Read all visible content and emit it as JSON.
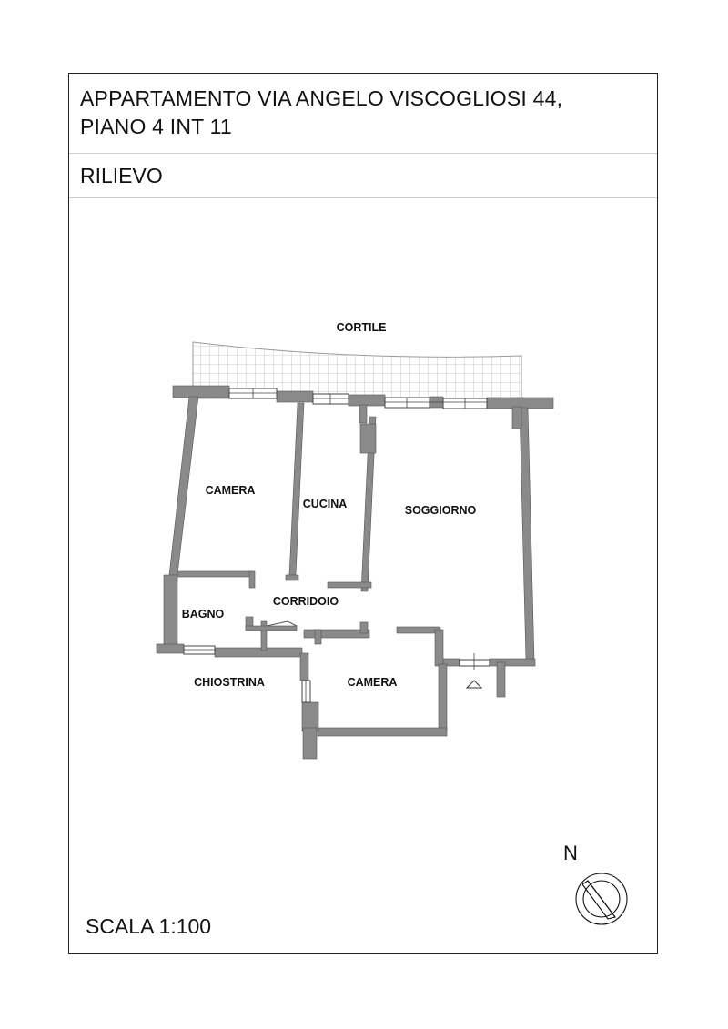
{
  "header": {
    "title_line1": "APPARTAMENTO VIA ANGELO VISCOGLIOSI 44,",
    "title_line2": "PIANO 4 INT 11",
    "subtitle": "RILIEVO"
  },
  "plan": {
    "rooms": {
      "cortile": "CORTILE",
      "camera_1": "CAMERA",
      "cucina": "CUCINA",
      "soggiorno": "SOGGIORNO",
      "corridoio": "CORRIDOIO",
      "bagno": "BAGNO",
      "chiostrina": "CHIOSTRINA",
      "camera_2": "CAMERA"
    },
    "wall_color": "#8a8a8a",
    "hatch_color": "#bdbdbd"
  },
  "compass": {
    "north_label": "N",
    "icon": "compass-icon"
  },
  "footer": {
    "scale": "SCALA 1:100"
  }
}
